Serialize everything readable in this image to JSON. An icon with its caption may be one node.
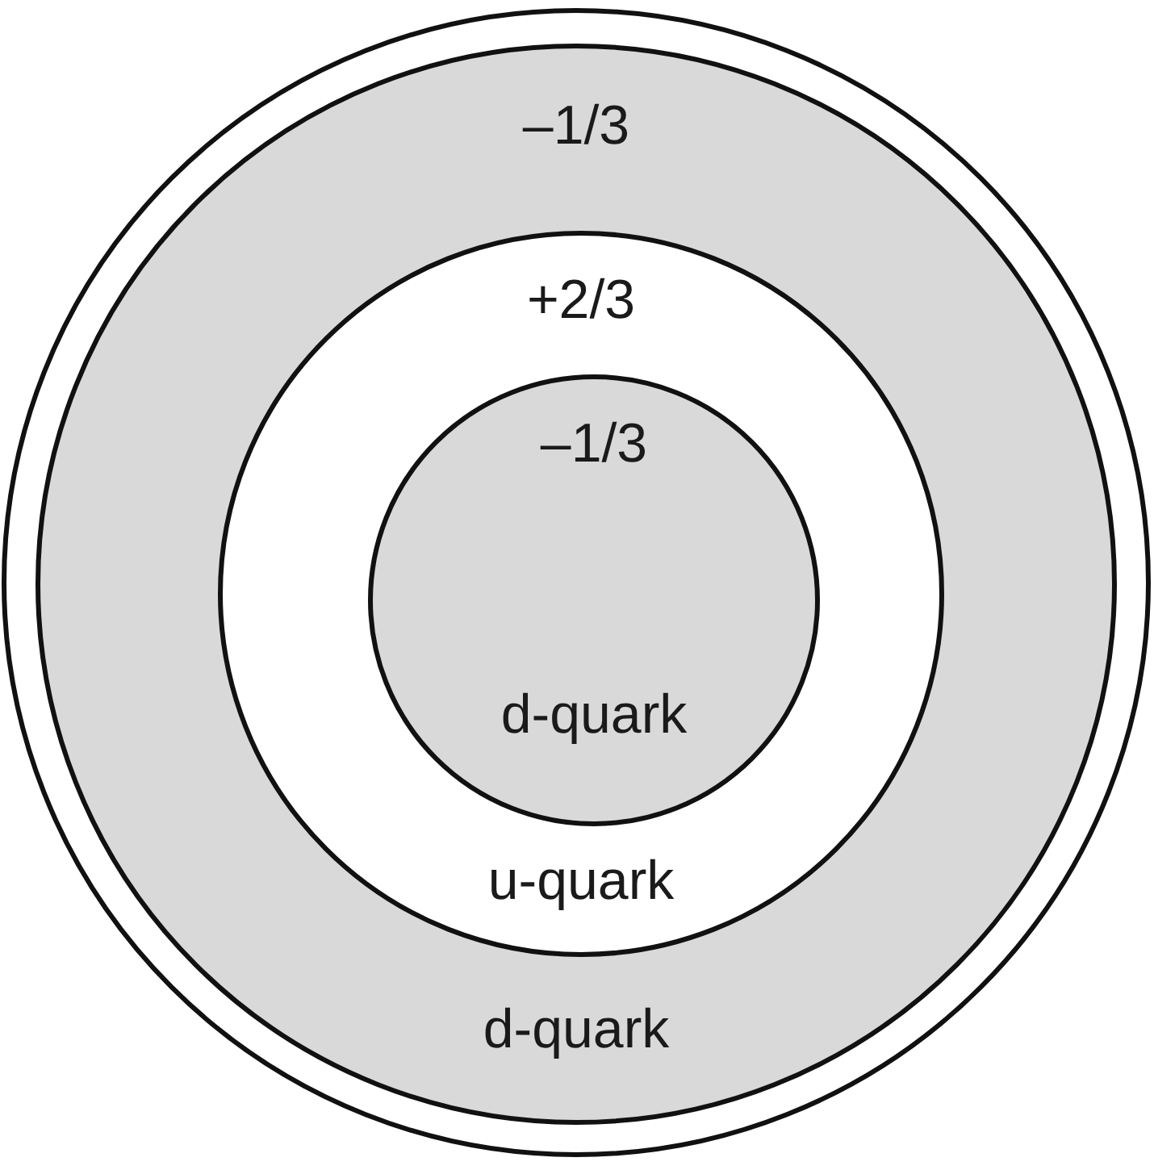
{
  "diagram": {
    "nodes": [
      {
        "text": [],
        "shape": "circle"
      },
      {
        "text": [
          "–1/3",
          "d-quark"
        ],
        "in": 0
      },
      {
        "text": [
          "+2/3",
          "u-quark"
        ],
        "in": 1
      },
      {
        "text": [
          "–1/3",
          "d-quark"
        ],
        "in": 2
      }
    ]
  }
}
